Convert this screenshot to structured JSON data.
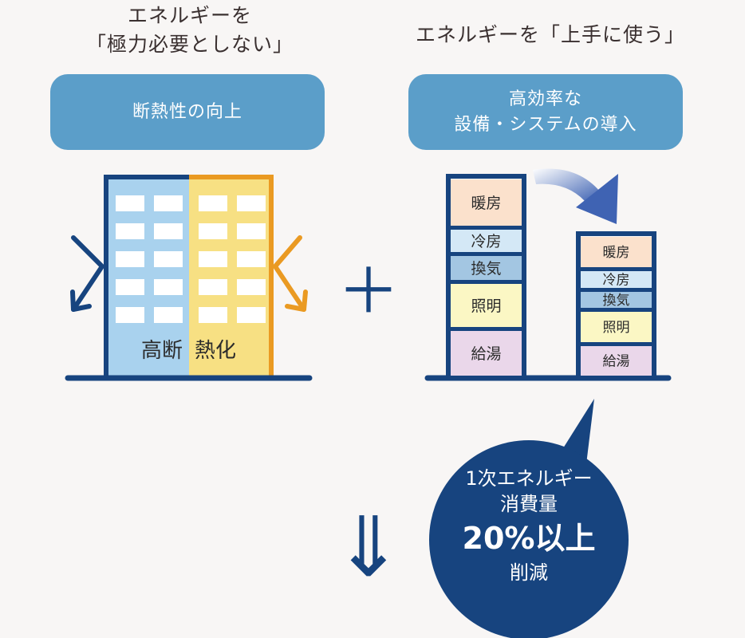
{
  "left_heading": {
    "line1": "エネルギーを",
    "line2": "「極力必要としない」"
  },
  "right_heading": "エネルギーを「上手に使う」",
  "left_pill": "断熱性の向上",
  "right_pill": {
    "line1": "高効率な",
    "line2": "設備・システムの導入"
  },
  "building_labels": {
    "left": "高断",
    "right": "熱化"
  },
  "plus_symbol": "＋",
  "down_arrow_symbol": "⇓",
  "before_column": [
    "暖房",
    "冷房",
    "換気",
    "照明",
    "給湯"
  ],
  "after_column": [
    "暖房",
    "冷房",
    "換気",
    "照明",
    "給湯"
  ],
  "result": {
    "line1": "1次エネルギー",
    "line2": "消費量",
    "value": "20%以上",
    "line4": "削減"
  },
  "colors": {
    "navy": "#17447f",
    "pill_blue": "#5b9ec9",
    "building_blue": "#a9d2ee",
    "building_yellow": "#f7e083",
    "orange": "#ea9a22",
    "heating": "#fbe1cc",
    "cooling": "#d4e8f6",
    "ventilation": "#a3c6e2",
    "lighting": "#fbf7c4",
    "hot_water": "#ead7ea"
  }
}
